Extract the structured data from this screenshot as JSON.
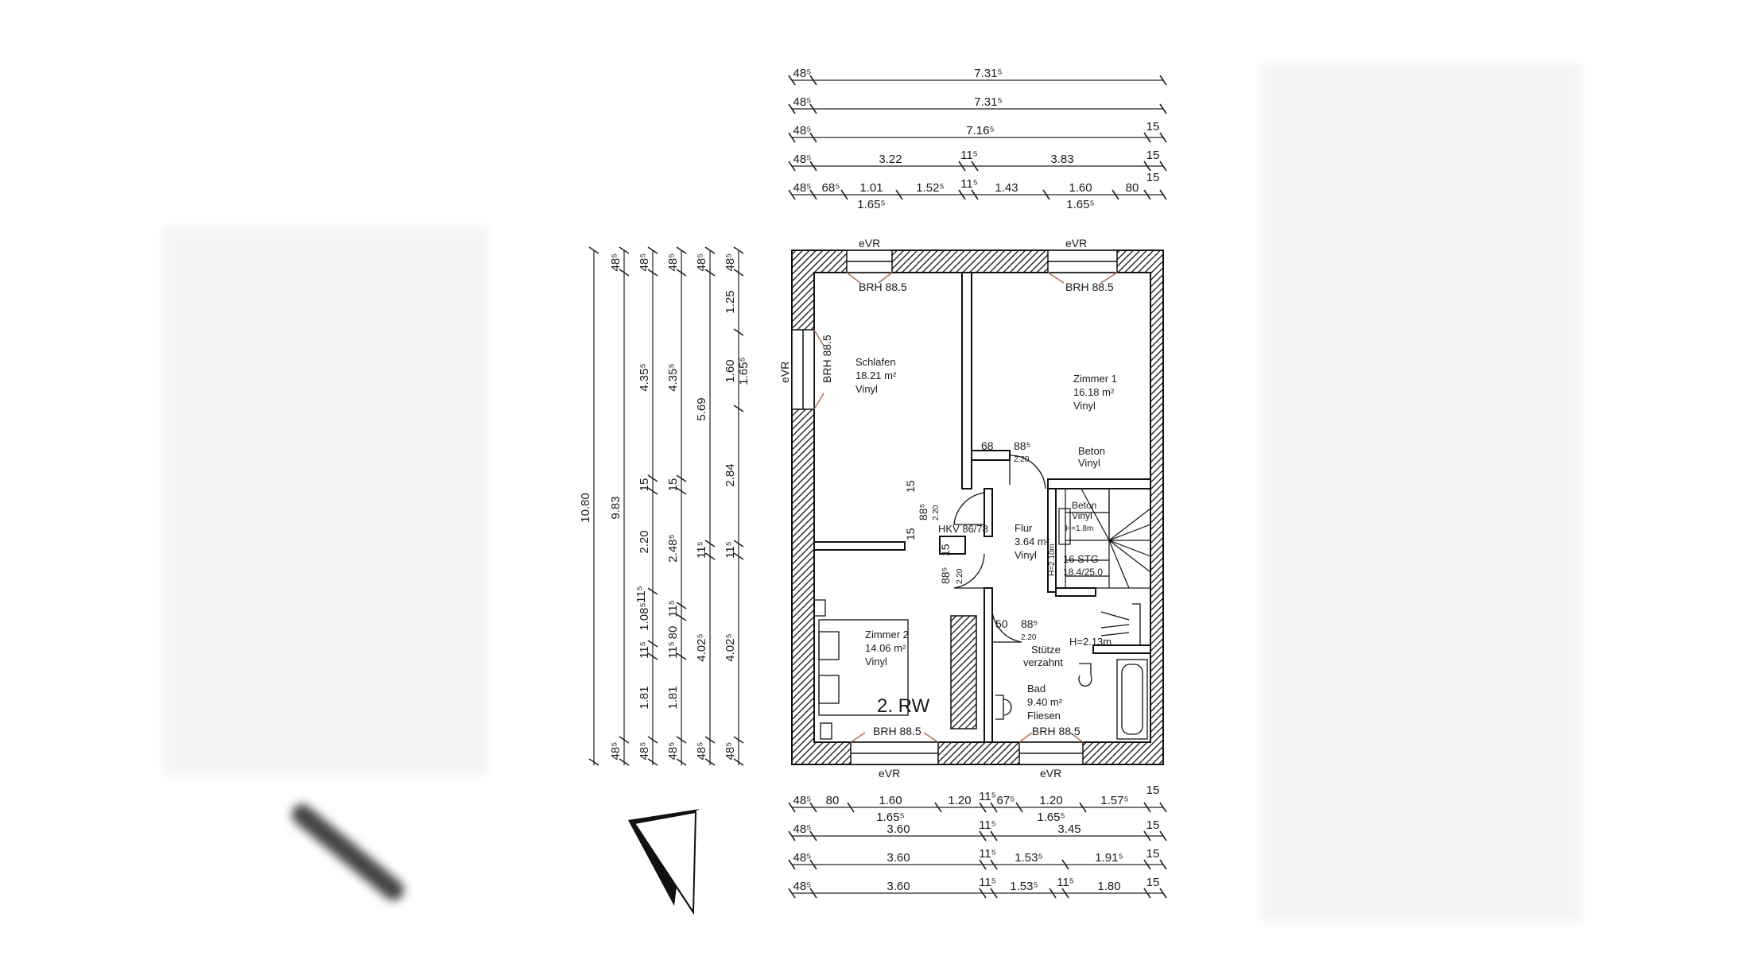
{
  "plan": {
    "unit_label": "2. RW",
    "rooms": [
      {
        "name": "Schlafen",
        "area": "18.21 m²",
        "floor": "Vinyl"
      },
      {
        "name": "Zimmer 1",
        "area": "16.18 m²",
        "floor": "Vinyl"
      },
      {
        "name": "Zimmer 2",
        "area": "14.06 m²",
        "floor": "Vinyl"
      },
      {
        "name": "Flur",
        "area": "3.64 m²",
        "floor": "Vinyl"
      },
      {
        "name": "Bad",
        "area": "9.40 m²",
        "floor": "Fliesen"
      }
    ],
    "notes": {
      "beton_vinyl_a": "Beton",
      "beton_vinyl_b": "Vinyl",
      "beton2_a": "Beton",
      "beton2_b": "Vinyl",
      "stair_h": "H=1.8m",
      "stair_stg": "16 STG",
      "stair_ratio": "18.4/25.0",
      "stair_h2": "H=2.10m",
      "hkv": "HKV 86/78",
      "stuetze_a": "Stütze",
      "stuetze_b": "verzahnt",
      "bad_h": "H=2.13m"
    },
    "windows": {
      "top_left_evr": "eVR",
      "top_left_brh": "BRH 88.5",
      "top_right_evr": "eVR",
      "top_right_brh": "BRH 88.5",
      "left_evr": "eVR",
      "left_brh": "BRH 88.5",
      "bottom_left_evr": "eVR",
      "bottom_left_brh": "BRH 88.5",
      "bottom_right_evr": "eVR",
      "bottom_right_brh": "BRH 88.5"
    },
    "door_dims": {
      "d1_w": "88⁵",
      "d1_h": "2.20",
      "d1_s": "68",
      "d2_w": "88⁵",
      "d2_h": "2.20",
      "d2_a": "15",
      "d2_b": "15",
      "d3_w": "88⁵",
      "d3_h": "2.20",
      "d3_s": "15",
      "d4_w": "88⁵",
      "d4_h": "2.20",
      "d4_s": "50"
    }
  },
  "dims_top": [
    [
      "48⁵",
      "7.31⁵"
    ],
    [
      "48⁵",
      "7.31⁵"
    ],
    [
      "48⁵",
      "7.16⁵",
      "15"
    ],
    [
      "48⁵",
      "3.22",
      "11⁵",
      "3.83",
      "15"
    ],
    [
      "48⁵",
      "68⁵",
      "1.01",
      "1.52⁵",
      "11⁵",
      "1.43",
      "1.60",
      "80",
      "15"
    ]
  ],
  "dims_top_sub": [
    "1.65⁵",
    "1.65⁵"
  ],
  "dims_bottom": [
    [
      "48⁵",
      "80",
      "1.60",
      "1.20",
      "11⁵",
      "67⁵",
      "1.20",
      "1.57⁵",
      "15"
    ],
    [
      "48⁵",
      "3.60",
      "11⁵",
      "3.45",
      "15"
    ],
    [
      "48⁵",
      "3.60",
      "11⁵",
      "1.53⁵",
      "1.91⁵",
      "15"
    ],
    [
      "48⁵",
      "3.60",
      "11⁵",
      "1.53⁵",
      "11⁵",
      "1.80",
      "15"
    ]
  ],
  "dims_bottom_sub": [
    "1.65⁵",
    "1.65⁵"
  ],
  "dims_left": [
    [
      "10.80"
    ],
    [
      "48⁵",
      "9.83",
      "48⁵"
    ],
    [
      "48⁵",
      "4.35⁵",
      "15",
      "2.20",
      "1.08⁵",
      "11⁵",
      "11⁵",
      "1.81",
      "48⁵"
    ],
    [
      "48⁵",
      "4.35⁵",
      "15",
      "2.48⁵",
      "11⁵",
      "80",
      "11⁵",
      "1.81",
      "48⁵"
    ],
    [
      "48⁵",
      "5.69",
      "11⁵",
      "4.02⁵",
      "48⁵"
    ],
    [
      "48⁵",
      "1.25",
      "1.60",
      "2.84",
      "11⁵",
      "4.02⁵",
      "48⁵"
    ]
  ],
  "dims_left_sub": [
    "1.65⁵"
  ]
}
